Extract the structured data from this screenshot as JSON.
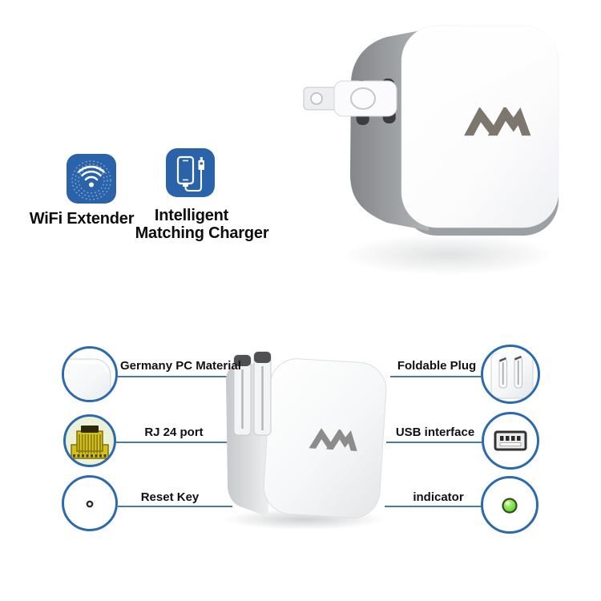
{
  "page": {
    "background": "#ffffff"
  },
  "top_section": {
    "icon_bg_color": "#2b63ab",
    "features": [
      {
        "label": "WiFi Extender",
        "icon": "wifi-extender-icon"
      },
      {
        "label_line1": "Intelligent",
        "label_line2": "Matching Charger",
        "icon": "matching-charger-icon"
      }
    ],
    "device": {
      "description": "white wall charger side view with folded-out US plug",
      "logo": "comfast-m-logo",
      "logo_color": "#7d766c"
    }
  },
  "bottom_section": {
    "device": {
      "description": "white wall charger front view with plug pins up",
      "logo": "comfast-m-logo",
      "logo_color": "#8c8c8c"
    },
    "callouts_left": [
      {
        "label": "Germany PC Material",
        "icon": "pc-material-icon"
      },
      {
        "label": "RJ 24 port",
        "icon": "rj45-port-icon"
      },
      {
        "label": "Reset Key",
        "icon": "reset-pinhole-icon"
      }
    ],
    "callouts_right": [
      {
        "label": "Foldable Plug",
        "icon": "foldable-plug-icon"
      },
      {
        "label": "USB interface",
        "icon": "usb-port-icon"
      },
      {
        "label": "indicator",
        "icon": "led-indicator-icon"
      }
    ],
    "style": {
      "circle_border_color": "#2b6aad",
      "connector_line_color": "#4878b0",
      "led_color": "#52d22a",
      "rj45_color": "#d3c21c",
      "rj45_bg_color": "#edf1d9",
      "text_color": "#111111"
    }
  }
}
